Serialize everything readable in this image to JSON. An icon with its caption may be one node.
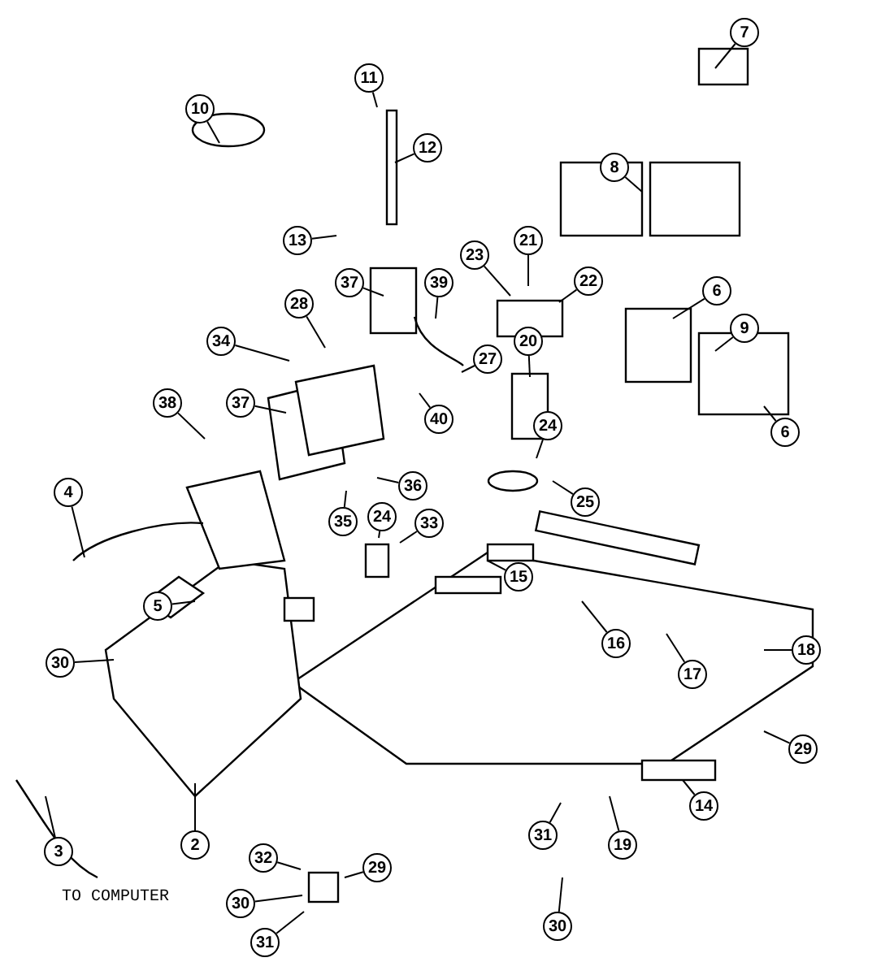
{
  "diagram": {
    "nodes": [
      {
        "text": [
          "7"
        ]
      },
      {
        "text": [
          "11"
        ]
      },
      {
        "text": [
          "10"
        ]
      },
      {
        "text": [
          "12"
        ]
      },
      {
        "text": [
          "8"
        ]
      },
      {
        "text": [
          "13"
        ]
      },
      {
        "text": [
          "21"
        ]
      },
      {
        "text": [
          "23"
        ]
      },
      {
        "text": [
          "22"
        ]
      },
      {
        "text": [
          "37"
        ]
      },
      {
        "text": [
          "39"
        ]
      },
      {
        "text": [
          "6"
        ]
      },
      {
        "text": [
          "28"
        ]
      },
      {
        "text": [
          "9"
        ]
      },
      {
        "text": [
          "20"
        ]
      },
      {
        "text": [
          "34"
        ]
      },
      {
        "text": [
          "27"
        ]
      },
      {
        "text": [
          "37"
        ]
      },
      {
        "text": [
          "38"
        ]
      },
      {
        "text": [
          "40"
        ]
      },
      {
        "text": [
          "24"
        ]
      },
      {
        "text": [
          "6"
        ]
      },
      {
        "text": [
          "36"
        ]
      },
      {
        "text": [
          "4"
        ]
      },
      {
        "text": [
          "25"
        ]
      },
      {
        "text": [
          "35"
        ]
      },
      {
        "text": [
          "33"
        ]
      },
      {
        "text": [
          "24"
        ]
      },
      {
        "text": [
          "15"
        ]
      },
      {
        "text": [
          "5"
        ]
      },
      {
        "text": [
          "16"
        ]
      },
      {
        "text": [
          "18"
        ]
      },
      {
        "text": [
          "30"
        ]
      },
      {
        "text": [
          "17"
        ]
      },
      {
        "text": [
          "29"
        ]
      },
      {
        "text": [
          "14"
        ]
      },
      {
        "text": [
          "31"
        ]
      },
      {
        "text": [
          "2"
        ]
      },
      {
        "text": [
          "19"
        ]
      },
      {
        "text": [
          "3"
        ]
      },
      {
        "text": [
          "29"
        ]
      },
      {
        "text": [
          "32"
        ]
      },
      {
        "text": [
          "30"
        ]
      },
      {
        "text": [
          "30"
        ]
      },
      {
        "text": [
          "31"
        ]
      }
    ],
    "edges": [
      {
        "from": 0,
        "to": null,
        "arrow": "none"
      },
      {
        "from": 1,
        "to": null,
        "arrow": "none"
      },
      {
        "from": 2,
        "to": null,
        "arrow": "none"
      },
      {
        "from": 3,
        "to": null,
        "arrow": "none"
      },
      {
        "from": 4,
        "to": null,
        "arrow": "none"
      },
      {
        "from": 5,
        "to": null,
        "arrow": "none"
      },
      {
        "from": 6,
        "to": null,
        "arrow": "none"
      },
      {
        "from": 7,
        "to": null,
        "arrow": "none"
      },
      {
        "from": 8,
        "to": null,
        "arrow": "none"
      },
      {
        "from": 9,
        "to": null,
        "arrow": "none"
      },
      {
        "from": 10,
        "to": null,
        "arrow": "none"
      },
      {
        "from": 11,
        "to": null,
        "arrow": "none"
      },
      {
        "from": 12,
        "to": null,
        "arrow": "none"
      },
      {
        "from": 13,
        "to": null,
        "arrow": "none"
      },
      {
        "from": 14,
        "to": null,
        "arrow": "none"
      },
      {
        "from": 15,
        "to": null,
        "arrow": "none"
      },
      {
        "from": 16,
        "to": null,
        "arrow": "none"
      },
      {
        "from": 17,
        "to": null,
        "arrow": "none"
      },
      {
        "from": 18,
        "to": null,
        "arrow": "none"
      },
      {
        "from": 19,
        "to": null,
        "arrow": "none"
      },
      {
        "from": 20,
        "to": null,
        "arrow": "none"
      },
      {
        "from": 21,
        "to": null,
        "arrow": "none"
      },
      {
        "from": 22,
        "to": null,
        "arrow": "none"
      },
      {
        "from": 23,
        "to": null,
        "arrow": "none"
      },
      {
        "from": 24,
        "to": null,
        "arrow": "none"
      },
      {
        "from": 25,
        "to": null,
        "arrow": "none"
      },
      {
        "from": 26,
        "to": null,
        "arrow": "none"
      },
      {
        "from": 27,
        "to": null,
        "arrow": "none"
      },
      {
        "from": 28,
        "to": null,
        "arrow": "none"
      },
      {
        "from": 29,
        "to": null,
        "arrow": "none"
      },
      {
        "from": 30,
        "to": null,
        "arrow": "none"
      },
      {
        "from": 31,
        "to": null,
        "arrow": "none"
      },
      {
        "from": 32,
        "to": null,
        "arrow": "none"
      },
      {
        "from": 33,
        "to": null,
        "arrow": "none"
      },
      {
        "from": 34,
        "to": null,
        "arrow": "none"
      },
      {
        "from": 35,
        "to": null,
        "arrow": "none"
      },
      {
        "from": 36,
        "to": null,
        "arrow": "none"
      },
      {
        "from": 37,
        "to": null,
        "arrow": "none"
      },
      {
        "from": 38,
        "to": null,
        "arrow": "none"
      },
      {
        "from": 39,
        "to": null,
        "arrow": "none"
      },
      {
        "from": 40,
        "to": null,
        "arrow": "none"
      },
      {
        "from": 41,
        "to": null,
        "arrow": "none"
      },
      {
        "from": 42,
        "to": null,
        "arrow": "none"
      },
      {
        "from": 43,
        "to": null,
        "arrow": "none"
      },
      {
        "from": 44,
        "to": null,
        "arrow": "none"
      }
    ],
    "labels": [
      "TO COMPUTER"
    ]
  }
}
